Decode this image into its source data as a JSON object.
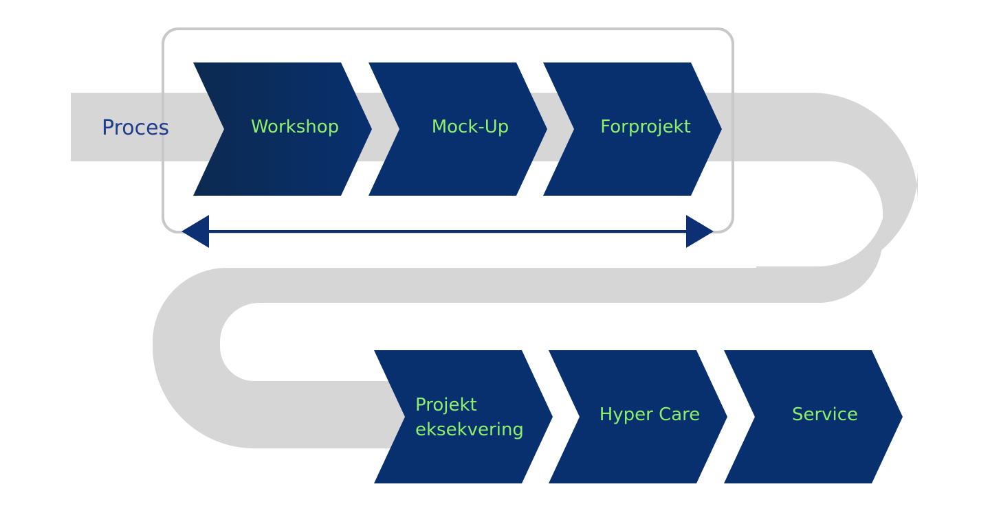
{
  "process_label": "Proces",
  "colors": {
    "band": "#d6d6d6",
    "frame": "#c8c8c8",
    "chevron_dark": "#0c2c57",
    "chevron": "#08306f",
    "label": "#8ef06a",
    "proces_text": "#1f3c8c",
    "arrow": "#0d2f74"
  },
  "steps": [
    {
      "label": "Workshop"
    },
    {
      "label": "Mock-Up"
    },
    {
      "label": "Forprojekt"
    },
    {
      "label_line1": "Projekt",
      "label_line2": "eksekvering"
    },
    {
      "label": "Hyper Care"
    },
    {
      "label": "Service"
    }
  ]
}
